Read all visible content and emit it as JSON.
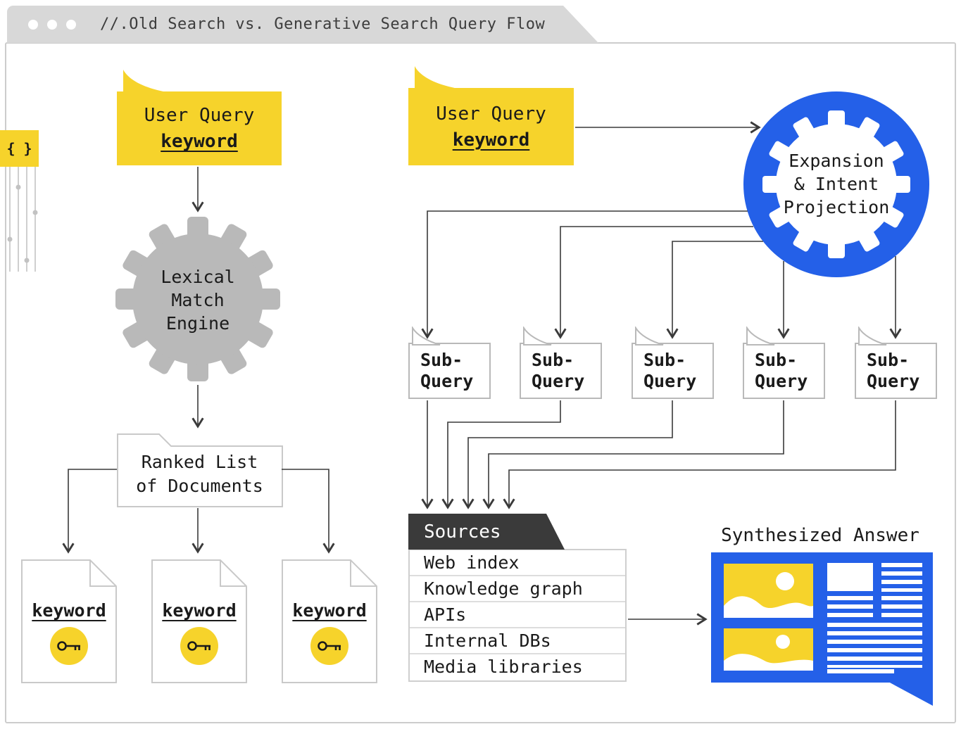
{
  "titlebar": {
    "title": "//.Old Search vs. Generative Search Query Flow"
  },
  "decor": {
    "code_glyph": "{ }"
  },
  "old": {
    "query": {
      "title": "User Query",
      "keyword": "keyword"
    },
    "engine": {
      "l1": "Lexical",
      "l2": "Match",
      "l3": "Engine"
    },
    "ranked": {
      "l1": "Ranked List",
      "l2": "of Documents"
    },
    "docs": [
      {
        "kw": "keyword"
      },
      {
        "kw": "keyword"
      },
      {
        "kw": "keyword"
      }
    ]
  },
  "gen": {
    "query": {
      "title": "User Query",
      "keyword": "keyword"
    },
    "expansion": {
      "l1": "Expansion",
      "l2": "& Intent",
      "l3": "Projection"
    },
    "subqueries": [
      {
        "l1": "Sub-",
        "l2": "Query"
      },
      {
        "l1": "Sub-",
        "l2": "Query"
      },
      {
        "l1": "Sub-",
        "l2": "Query"
      },
      {
        "l1": "Sub-",
        "l2": "Query"
      },
      {
        "l1": "Sub-",
        "l2": "Query"
      }
    ],
    "sources": {
      "header": "Sources",
      "items": [
        "Web index",
        "Knowledge graph",
        "APIs",
        "Internal DBs",
        "Media libraries"
      ]
    },
    "answer_title": "Synthesized Answer"
  },
  "colors": {
    "yellow": "#F6D32B",
    "blue": "#2460E8",
    "gear_gray": "#B9B9B9",
    "dark_header": "#3A3A3A",
    "line": "#3A3A3A",
    "border": "#CCCCCC",
    "titlebar": "#D8D8D8"
  }
}
